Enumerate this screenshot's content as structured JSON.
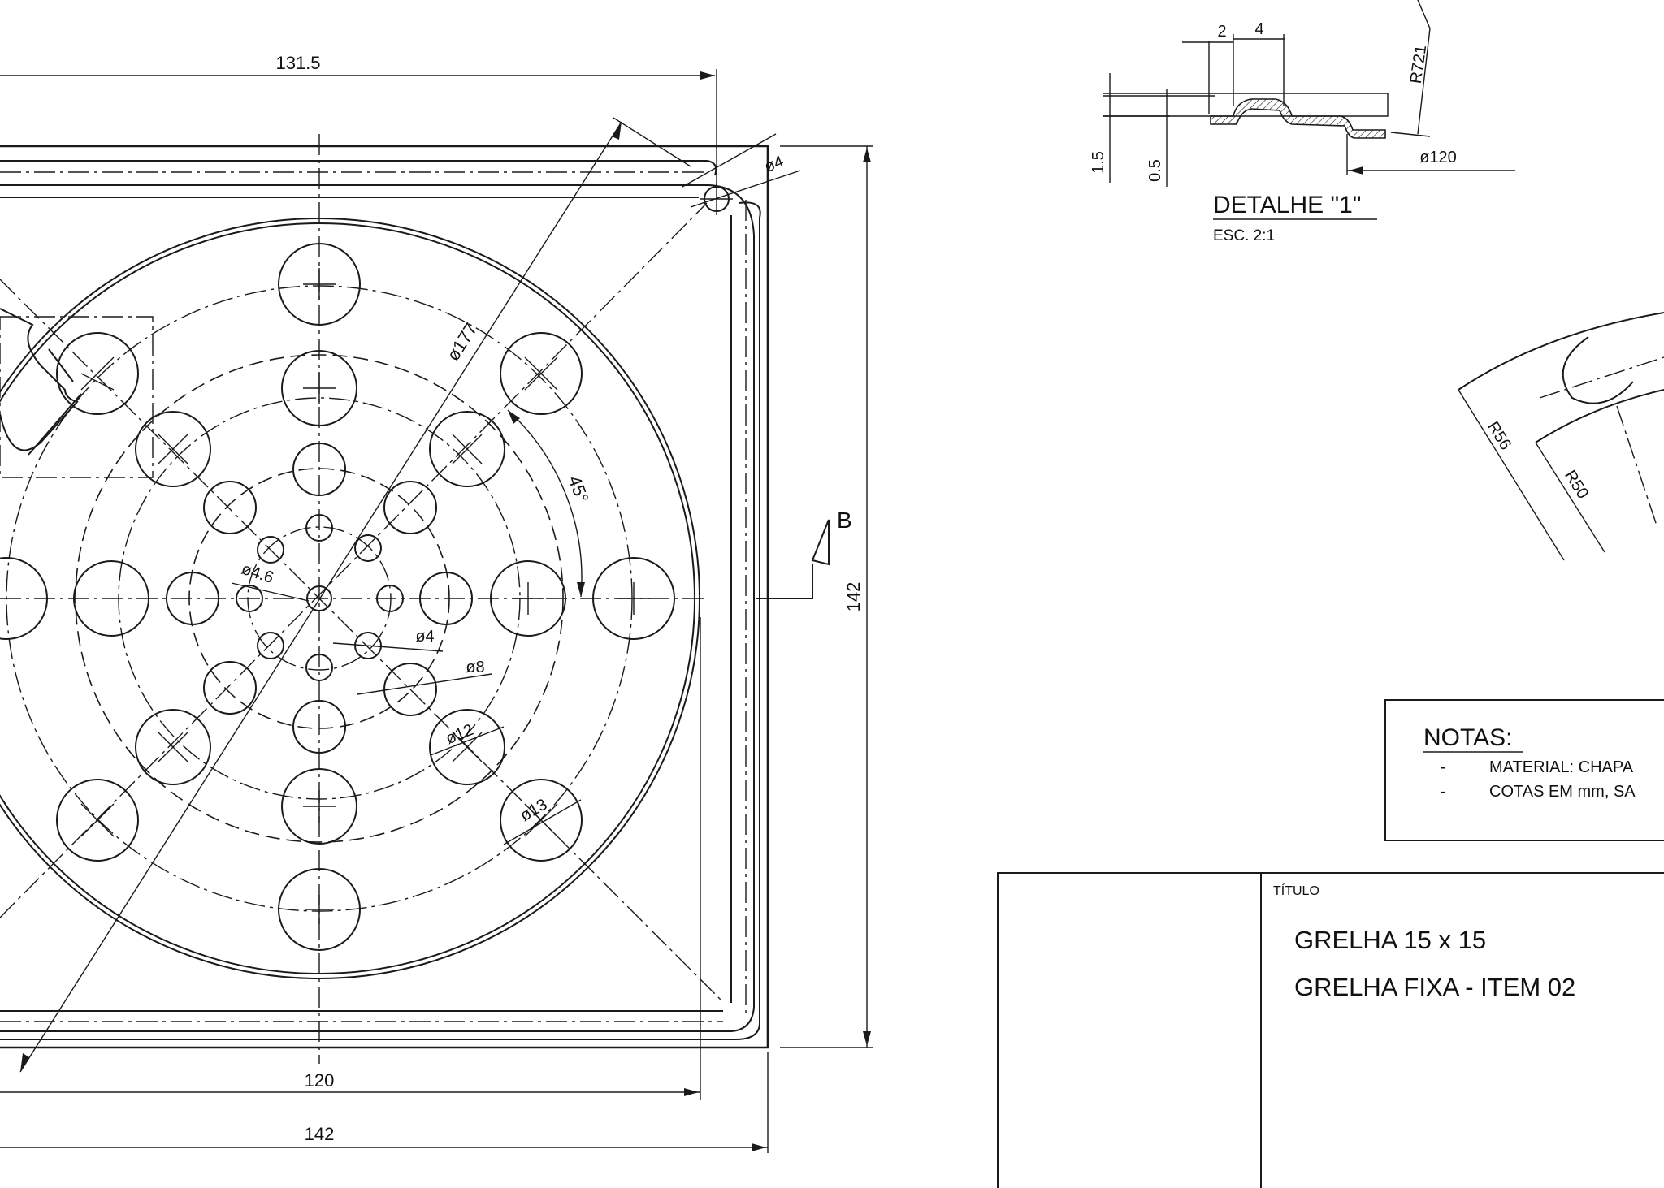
{
  "dimensions": {
    "d131_5": "131.5",
    "d142_side": "142",
    "d120": "120",
    "d142_bottom": "142",
    "d177": "ø177",
    "angle45": "45°",
    "d4_corner": "ø4",
    "d4_6": "ø4.6",
    "d4_hole": "ø4",
    "d8": "ø8",
    "d12": "ø12",
    "d13": "ø13"
  },
  "section_marker": "B",
  "detail1": {
    "title": "DETALHE \"1\"",
    "scale": "ESC. 2:1",
    "dim_2": "2",
    "dim_4": "4",
    "dim_1_5": "1.5",
    "dim_0_5": "0.5",
    "dim_R721": "R721",
    "dim_d120": "ø120"
  },
  "detail2": {
    "dim_R56": "R56",
    "dim_R50": "R50"
  },
  "notes": {
    "heading": "NOTAS:",
    "items": [
      {
        "bullet": "-",
        "text": "MATERIAL: CHAPA"
      },
      {
        "bullet": "-",
        "text": "COTAS EM mm, SA"
      }
    ]
  },
  "title_block": {
    "label": "TÍTULO",
    "line1": "GRELHA 15 x 15",
    "line2": "GRELHA FIXA  -  ITEM 02"
  }
}
